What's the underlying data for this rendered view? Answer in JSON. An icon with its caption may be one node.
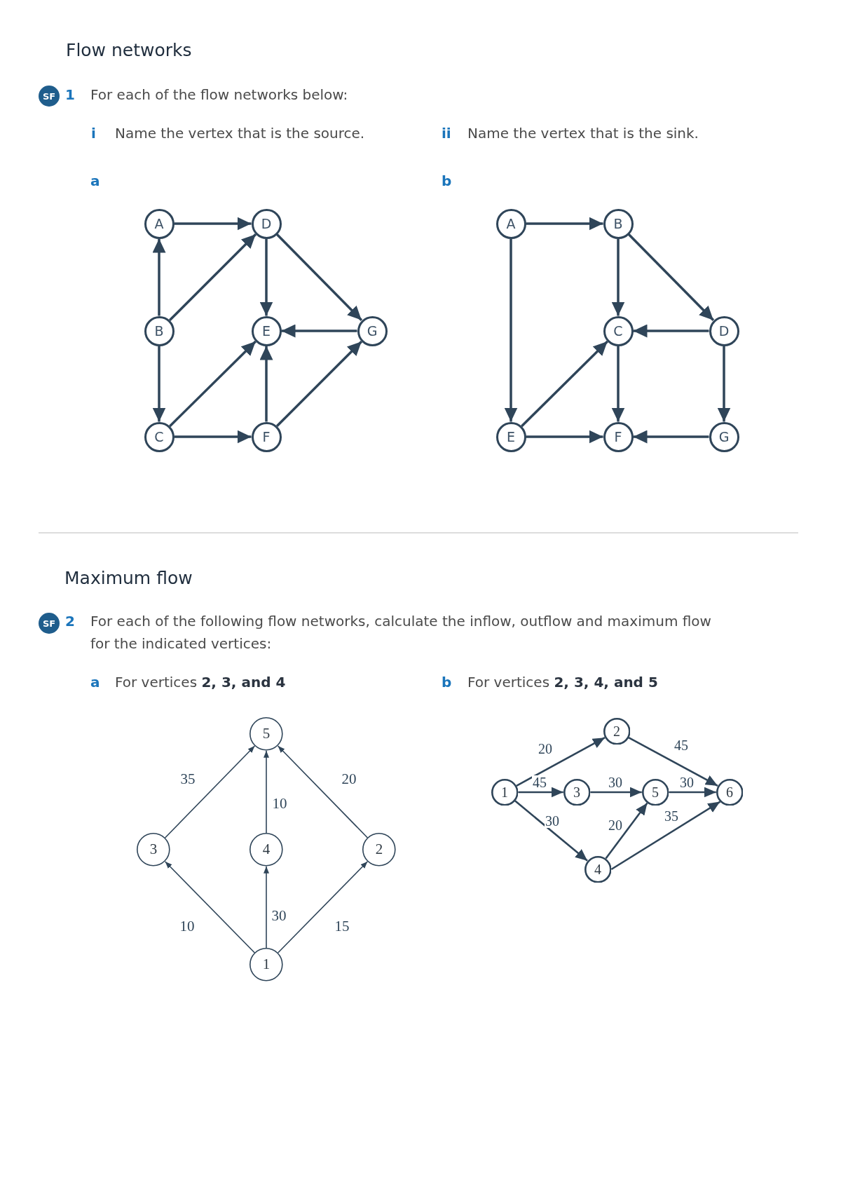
{
  "diagram": {
    "title": "Flow networks",
    "nodes": [
      {
        "text": [
          "A"
        ]
      },
      {
        "text": [
          "D"
        ]
      },
      {
        "text": [
          "B"
        ]
      },
      {
        "text": [
          "E"
        ]
      },
      {
        "text": [
          "G"
        ]
      },
      {
        "text": [
          "C"
        ]
      },
      {
        "text": [
          "F"
        ]
      },
      {
        "text": [
          "A"
        ]
      },
      {
        "text": [
          "B"
        ]
      },
      {
        "text": [
          "C"
        ]
      },
      {
        "text": [
          "D"
        ]
      },
      {
        "text": [
          "E"
        ]
      },
      {
        "text": [
          "F"
        ]
      },
      {
        "text": [
          "G"
        ]
      },
      {
        "text": [
          "5"
        ]
      },
      {
        "text": [
          "3"
        ]
      },
      {
        "text": [
          "4"
        ]
      },
      {
        "text": [
          "2"
        ]
      },
      {
        "text": [
          "1"
        ]
      },
      {
        "text": [
          "2"
        ]
      },
      {
        "text": [
          "1"
        ]
      },
      {
        "text": [
          "3"
        ]
      },
      {
        "text": [
          "5"
        ]
      },
      {
        "text": [
          "6"
        ]
      },
      {
        "text": [
          "4"
        ]
      }
    ],
    "edges": [
      {
        "from": 0,
        "to": 1,
        "arrow": "to"
      },
      {
        "from": 2,
        "to": 0,
        "arrow": "to"
      },
      {
        "from": 2,
        "to": 1,
        "arrow": "to"
      },
      {
        "from": 1,
        "to": 3,
        "arrow": "to"
      },
      {
        "from": 1,
        "to": 4,
        "arrow": "to"
      },
      {
        "from": 4,
        "to": 3,
        "arrow": "to"
      },
      {
        "from": 2,
        "to": 5,
        "arrow": "to"
      },
      {
        "from": 5,
        "to": 3,
        "arrow": "to"
      },
      {
        "from": 6,
        "to": 3,
        "arrow": "to"
      },
      {
        "from": 6,
        "to": 4,
        "arrow": "to"
      },
      {
        "from": 5,
        "to": 6,
        "arrow": "to"
      },
      {
        "from": 7,
        "to": 8,
        "arrow": "to"
      },
      {
        "from": 7,
        "to": 11,
        "arrow": "to"
      },
      {
        "from": 8,
        "to": 9,
        "arrow": "to"
      },
      {
        "from": 8,
        "to": 10,
        "arrow": "to"
      },
      {
        "from": 10,
        "to": 9,
        "arrow": "to"
      },
      {
        "from": 11,
        "to": 9,
        "arrow": "to"
      },
      {
        "from": 9,
        "to": 12,
        "arrow": "to"
      },
      {
        "from": 11,
        "to": 12,
        "arrow": "to"
      },
      {
        "from": 10,
        "to": 13,
        "arrow": "to"
      },
      {
        "from": 13,
        "to": 12,
        "arrow": "to"
      },
      {
        "from": 15,
        "to": 14,
        "arrow": "to",
        "label": "35"
      },
      {
        "from": 16,
        "to": 14,
        "arrow": "to",
        "label": "10"
      },
      {
        "from": 17,
        "to": 14,
        "arrow": "to",
        "label": "20"
      },
      {
        "from": 18,
        "to": 15,
        "arrow": "to",
        "label": "10"
      },
      {
        "from": 18,
        "to": 16,
        "arrow": "to",
        "label": "30"
      },
      {
        "from": 18,
        "to": 17,
        "arrow": "to",
        "label": "15"
      },
      {
        "from": 20,
        "to": 19,
        "arrow": "to",
        "label": "20"
      },
      {
        "from": 19,
        "to": 23,
        "arrow": "to",
        "label": "45"
      },
      {
        "from": 20,
        "to": 21,
        "arrow": "to",
        "label": "45"
      },
      {
        "from": 21,
        "to": 22,
        "arrow": "to",
        "label": "30"
      },
      {
        "from": 22,
        "to": 23,
        "arrow": "to",
        "label": "30"
      },
      {
        "from": 20,
        "to": 24,
        "arrow": "to",
        "label": "30"
      },
      {
        "from": 24,
        "to": 22,
        "arrow": "to",
        "label": "20"
      },
      {
        "from": 24,
        "to": 23,
        "arrow": "to",
        "label": "35"
      }
    ],
    "labels": [
      "SF",
      "1",
      "For each of the flow networks below:",
      "i",
      "Name the vertex that is the source.",
      "ii",
      "Name the vertex that is the sink.",
      "a",
      "b",
      "Maximum flow",
      "SF",
      "2",
      "For each of the following flow networks, calculate the inflow, outflow and maximum flow for the indicated vertices:",
      "a",
      "For vertices **2, 3, and 4**",
      "b",
      "For vertices **2, 3, 4, and 5**"
    ]
  }
}
